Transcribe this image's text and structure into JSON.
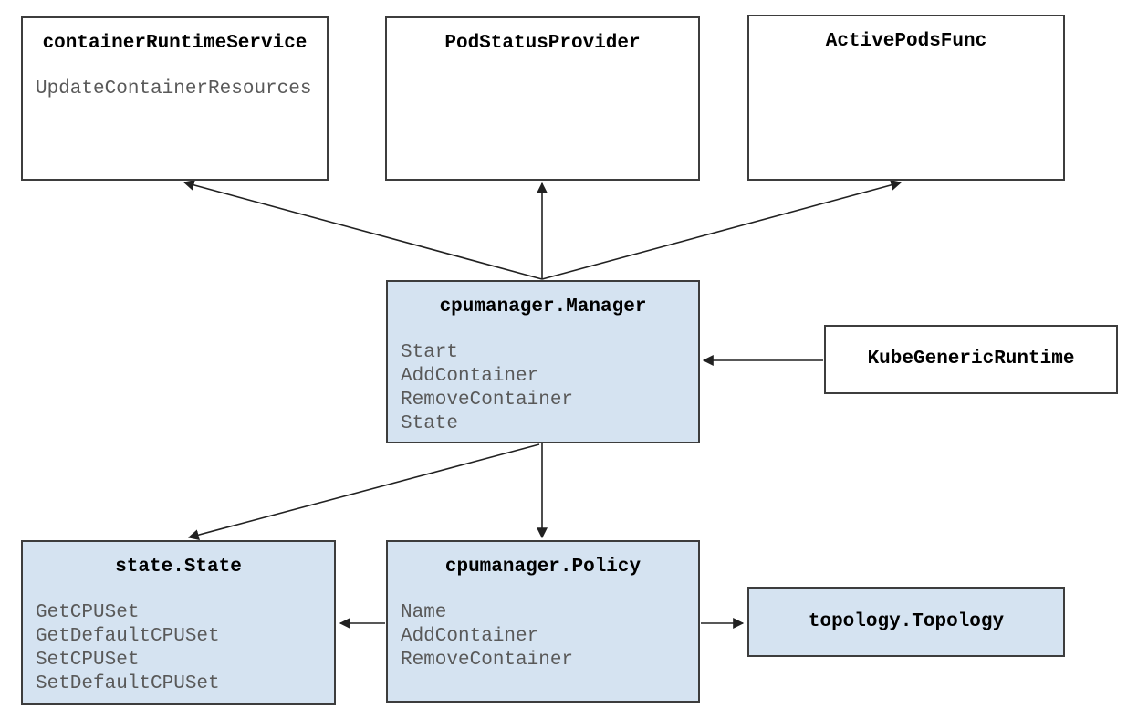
{
  "diagram": {
    "description": "Architecture diagram of the Kubernetes kubelet CPU Manager components",
    "colors": {
      "box_fill_white": "#ffffff",
      "box_fill_blue": "#d5e3f1",
      "box_border": "#3d3d3d",
      "title_text": "#000000",
      "method_text": "#595959",
      "arrow": "#212121",
      "background": "#ffffff"
    },
    "boxes": [
      {
        "id": "containerRuntimeService",
        "title": "containerRuntimeService",
        "fill": "white",
        "methods": [
          "UpdateContainerResources"
        ]
      },
      {
        "id": "PodStatusProvider",
        "title": "PodStatusProvider",
        "fill": "white",
        "methods": []
      },
      {
        "id": "ActivePodsFunc",
        "title": "ActivePodsFunc",
        "fill": "white",
        "methods": []
      },
      {
        "id": "cpumanager.Manager",
        "title": "cpumanager.Manager",
        "fill": "blue",
        "methods": [
          "Start",
          "AddContainer",
          "RemoveContainer",
          "State"
        ]
      },
      {
        "id": "KubeGenericRuntime",
        "title": "KubeGenericRuntime",
        "fill": "white",
        "methods": []
      },
      {
        "id": "state.State",
        "title": "state.State",
        "fill": "blue",
        "methods": [
          "GetCPUSet",
          "GetDefaultCPUSet",
          "SetCPUSet",
          "SetDefaultCPUSet"
        ]
      },
      {
        "id": "cpumanager.Policy",
        "title": "cpumanager.Policy",
        "fill": "blue",
        "methods": [
          "Name",
          "AddContainer",
          "RemoveContainer"
        ]
      },
      {
        "id": "topology.Topology",
        "title": "topology.Topology",
        "fill": "blue",
        "methods": []
      }
    ],
    "edges": [
      {
        "from": "cpumanager.Manager",
        "to": "containerRuntimeService"
      },
      {
        "from": "cpumanager.Manager",
        "to": "PodStatusProvider"
      },
      {
        "from": "cpumanager.Manager",
        "to": "ActivePodsFunc"
      },
      {
        "from": "KubeGenericRuntime",
        "to": "cpumanager.Manager"
      },
      {
        "from": "cpumanager.Manager",
        "to": "cpumanager.Policy"
      },
      {
        "from": "cpumanager.Manager",
        "to": "state.State"
      },
      {
        "from": "cpumanager.Policy",
        "to": "state.State"
      },
      {
        "from": "cpumanager.Policy",
        "to": "topology.Topology"
      }
    ]
  }
}
